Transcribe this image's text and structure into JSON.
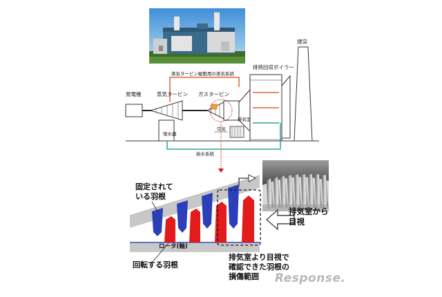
{
  "top_diagram": {
    "generator": "発電機",
    "steam_turbine": "蒸気タービン",
    "gas_turbine": "ガスタービン",
    "hrsg": "排熱回収ボイラー",
    "stack": "煙突",
    "steam_line": "蒸気タービン駆動用の蒸気系統",
    "condenser": "復水器",
    "air": "空気",
    "exhaust_chamber": "排気室",
    "feedwater": "給水系統"
  },
  "bottom_diagram": {
    "fixed_blades_line1": "固定されて",
    "fixed_blades_line2": "いる羽根",
    "rotor": "ロータ(軸)",
    "rotating_blades": "回転する羽根",
    "visual_check_line1": "排気室から",
    "visual_check_line2": "目視",
    "damage_line1": "排気室より目視で",
    "damage_line2": "確認できた羽根の",
    "damage_line3": "損傷範囲"
  },
  "watermark": "Response.",
  "colors": {
    "steam": "#e0603a",
    "water": "#2aa39a",
    "blue_blade": "#2b3fb8",
    "red_blade": "#e21b1b",
    "casing": "#c8c8c8",
    "arrow_red": "#d21414"
  }
}
